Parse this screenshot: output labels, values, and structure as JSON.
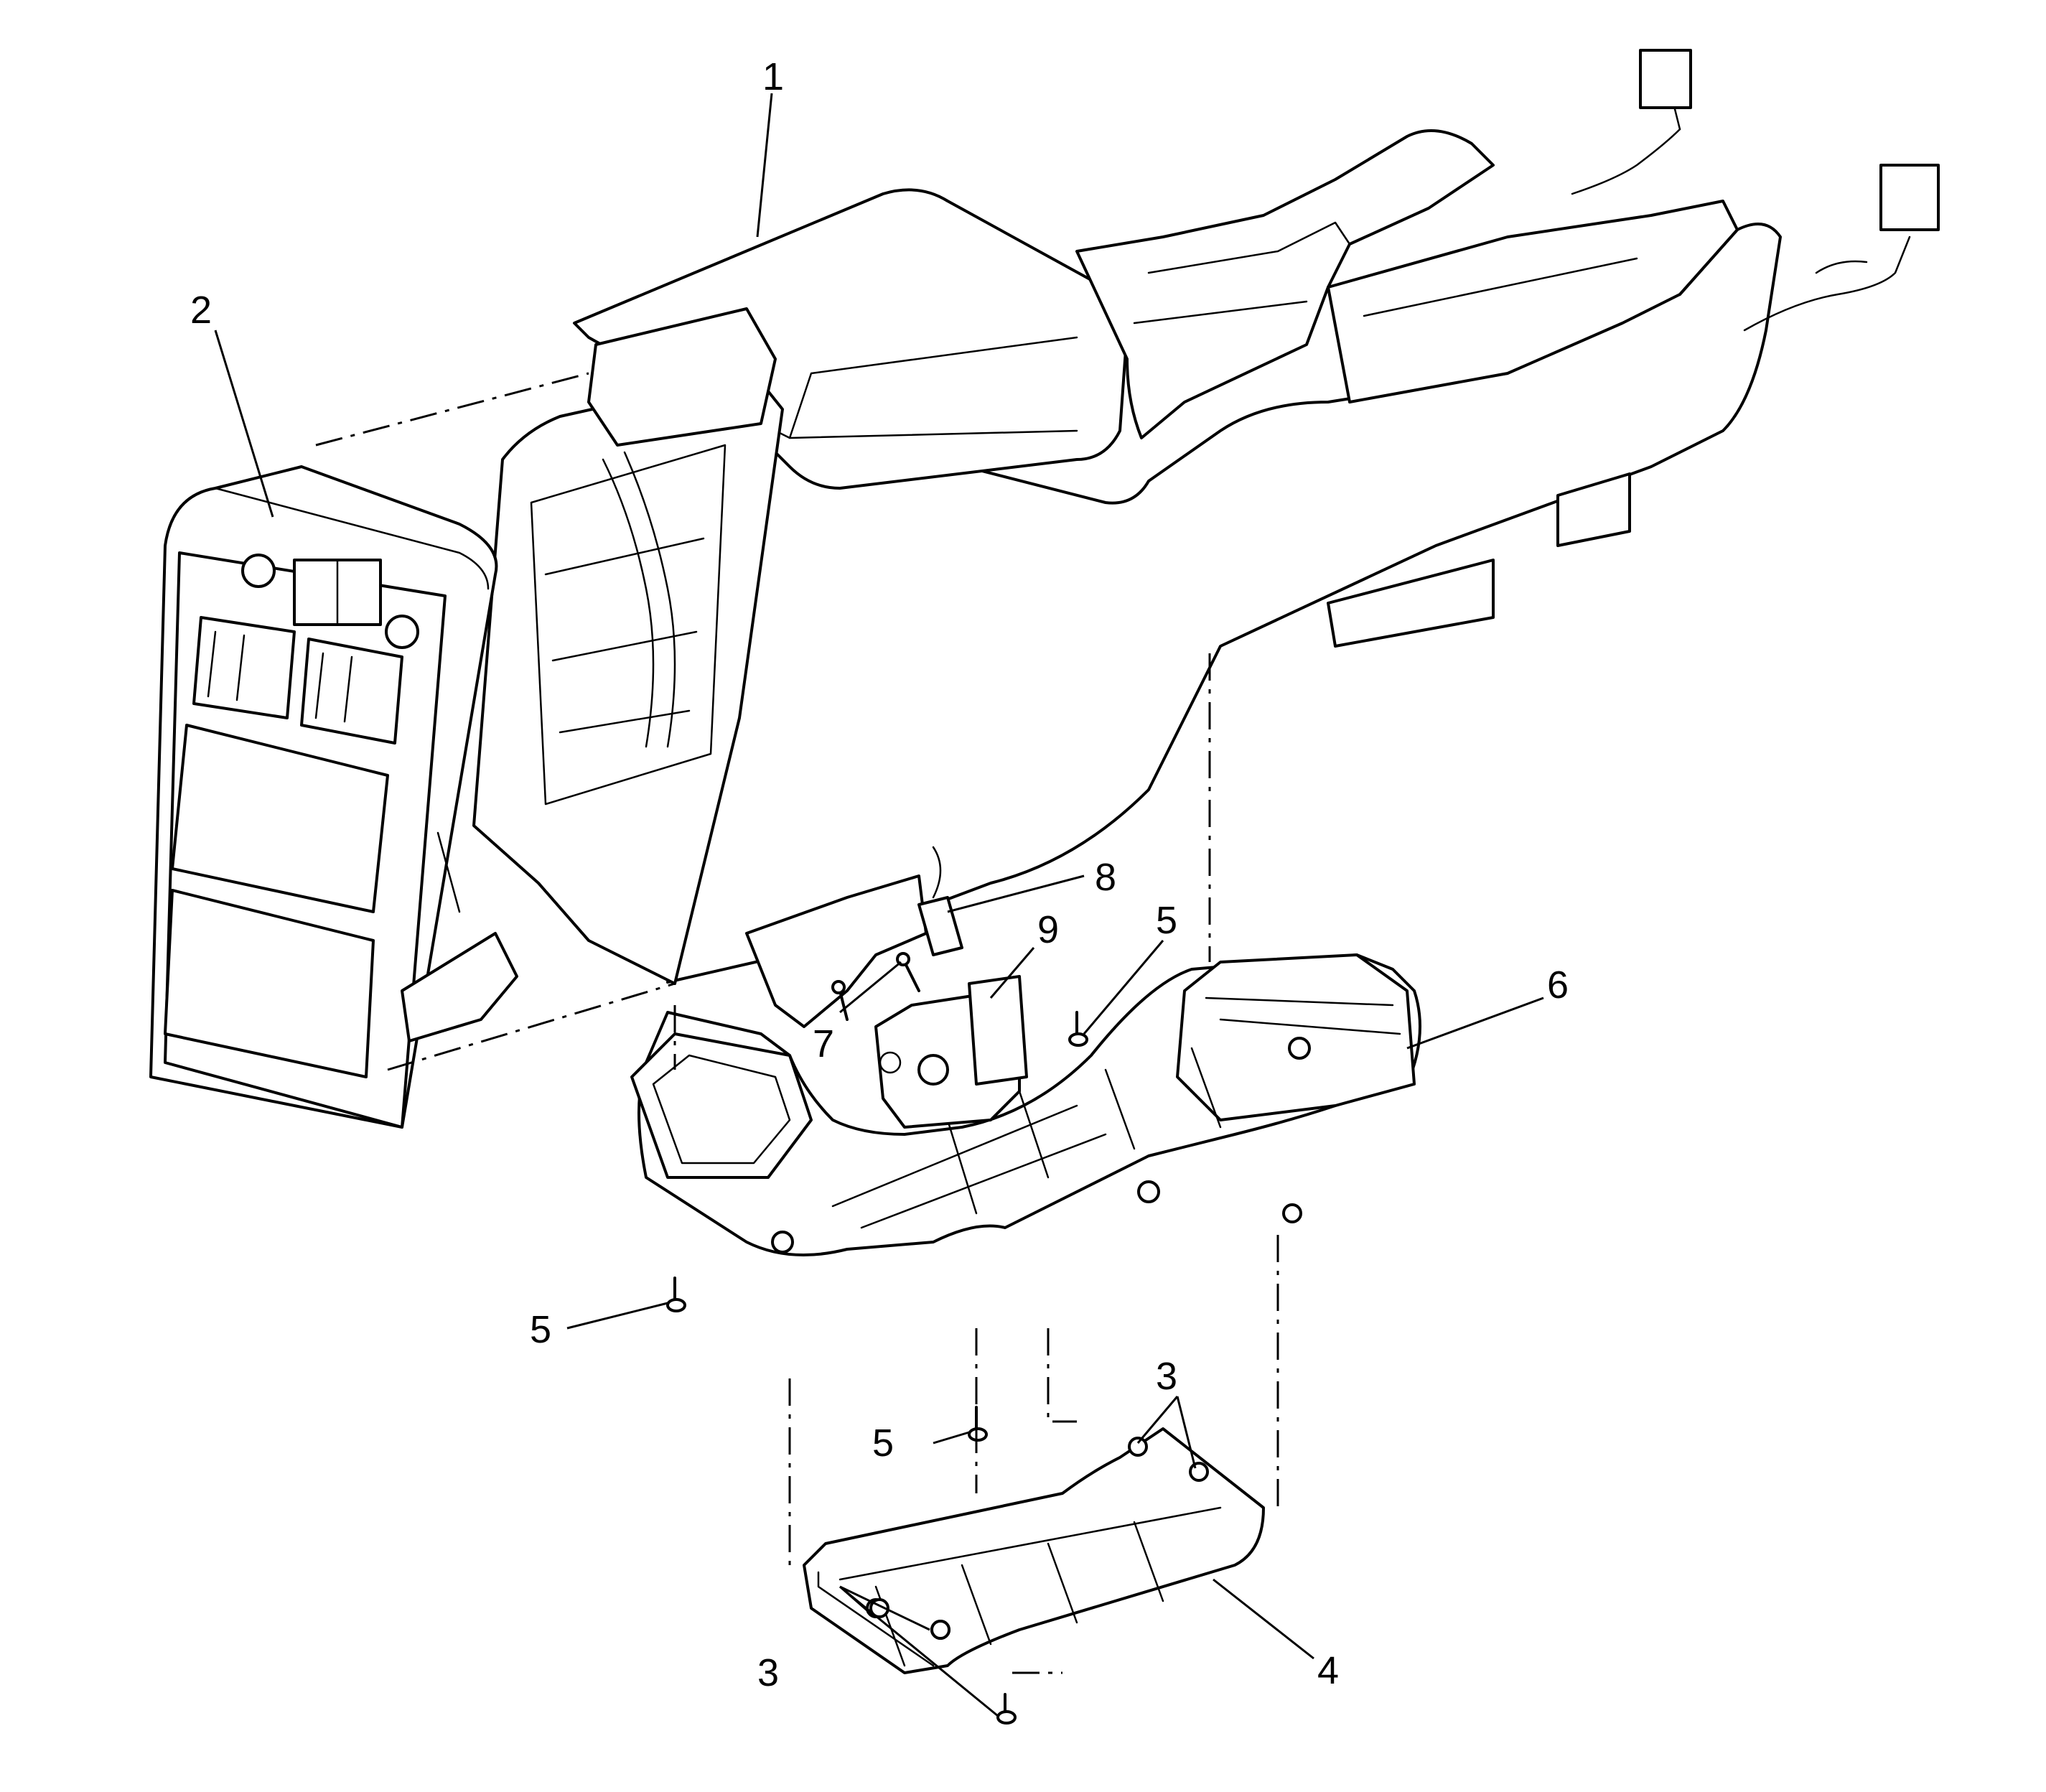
{
  "callouts": [
    {
      "id": "c1",
      "label": "1"
    },
    {
      "id": "c2",
      "label": "2"
    },
    {
      "id": "c3a",
      "label": "3"
    },
    {
      "id": "c3b",
      "label": "3"
    },
    {
      "id": "c4",
      "label": "4"
    },
    {
      "id": "c5a",
      "label": "5"
    },
    {
      "id": "c5b",
      "label": "5"
    },
    {
      "id": "c5c",
      "label": "5"
    },
    {
      "id": "c6",
      "label": "6"
    },
    {
      "id": "c7",
      "label": "7"
    },
    {
      "id": "c8",
      "label": "8"
    },
    {
      "id": "c9",
      "label": "9"
    }
  ]
}
